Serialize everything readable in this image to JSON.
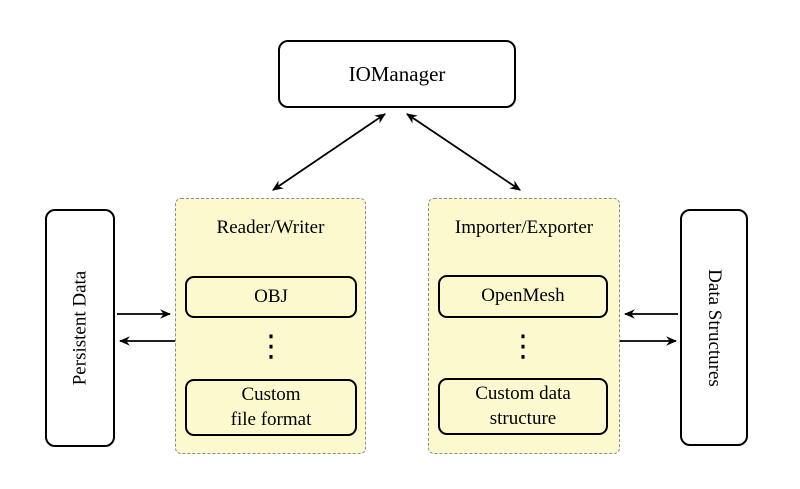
{
  "colors": {
    "background": "#ffffff",
    "panel_fill": "#fcf9cf",
    "panel_border": "#8c8c8c",
    "node_fill": "#ffffff",
    "node_border": "#000000",
    "arrow": "#000000",
    "text": "#000000"
  },
  "nodes": {
    "iomanager": {
      "label": "IOManager"
    },
    "persistent_data": {
      "label": "Persistent Data"
    },
    "data_structures": {
      "label": "Data Structures"
    }
  },
  "panels": {
    "reader_writer": {
      "title": "Reader/Writer",
      "first_item": "OBJ",
      "ellipsis": "⋮",
      "last_item": "Custom\nfile format"
    },
    "importer_exporter": {
      "title": "Importer/Exporter",
      "first_item": "OpenMesh",
      "ellipsis": "⋮",
      "last_item": "Custom data\nstructure"
    }
  }
}
